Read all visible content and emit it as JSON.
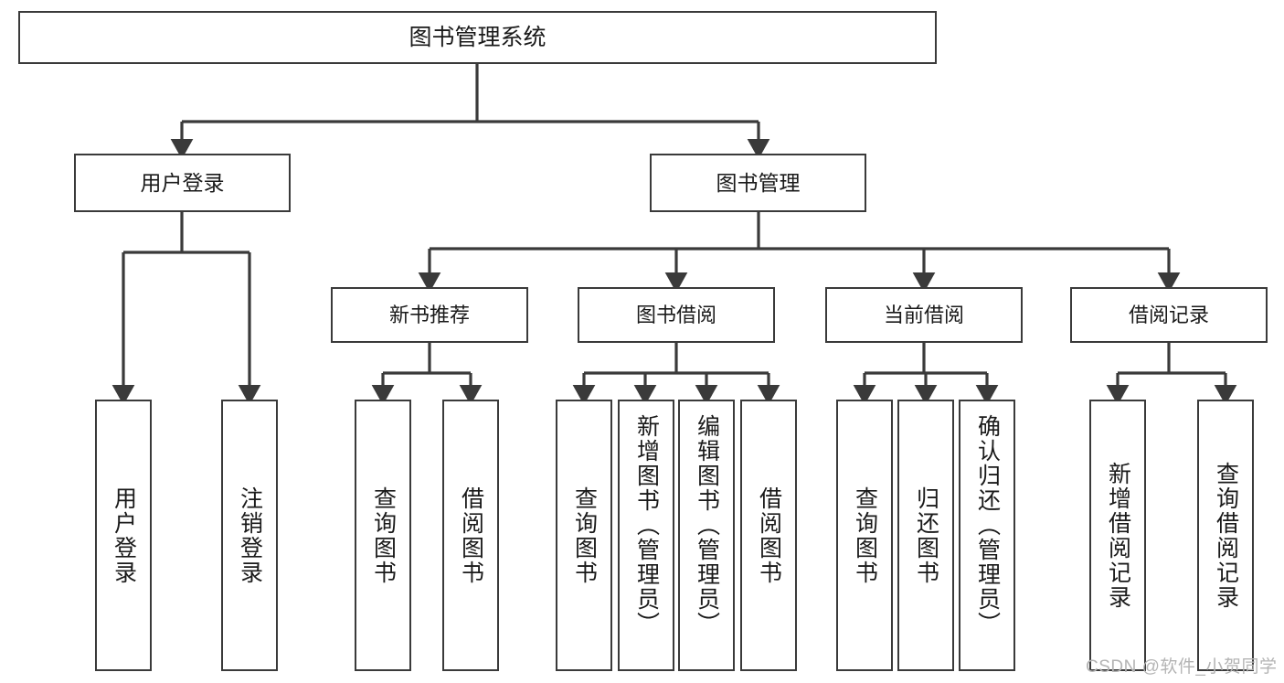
{
  "diagram": {
    "title": "图书管理系统",
    "root": {
      "label": "图书管理系统"
    },
    "level1": [
      {
        "label": "用户登录"
      },
      {
        "label": "图书管理"
      }
    ],
    "level2": [
      {
        "label": "新书推荐"
      },
      {
        "label": "图书借阅"
      },
      {
        "label": "当前借阅"
      },
      {
        "label": "借阅记录"
      }
    ],
    "leaves": [
      {
        "label": "用户登录"
      },
      {
        "label": "注销登录"
      },
      {
        "label": "查询图书"
      },
      {
        "label": "借阅图书"
      },
      {
        "label": "查询图书"
      },
      {
        "label": "新增图书（管理员）"
      },
      {
        "label": "编辑图书（管理员）"
      },
      {
        "label": "借阅图书"
      },
      {
        "label": "查询图书"
      },
      {
        "label": "归还图书"
      },
      {
        "label": "确认归还（管理员）"
      },
      {
        "label": "新增借阅记录"
      },
      {
        "label": "查询借阅记录"
      }
    ],
    "watermark": "CSDN @软件_小贺同学",
    "colors": {
      "border": "#3a3a3a",
      "text": "#1a1a1a",
      "background": "#ffffff",
      "watermark": "#b4b4b4"
    }
  }
}
